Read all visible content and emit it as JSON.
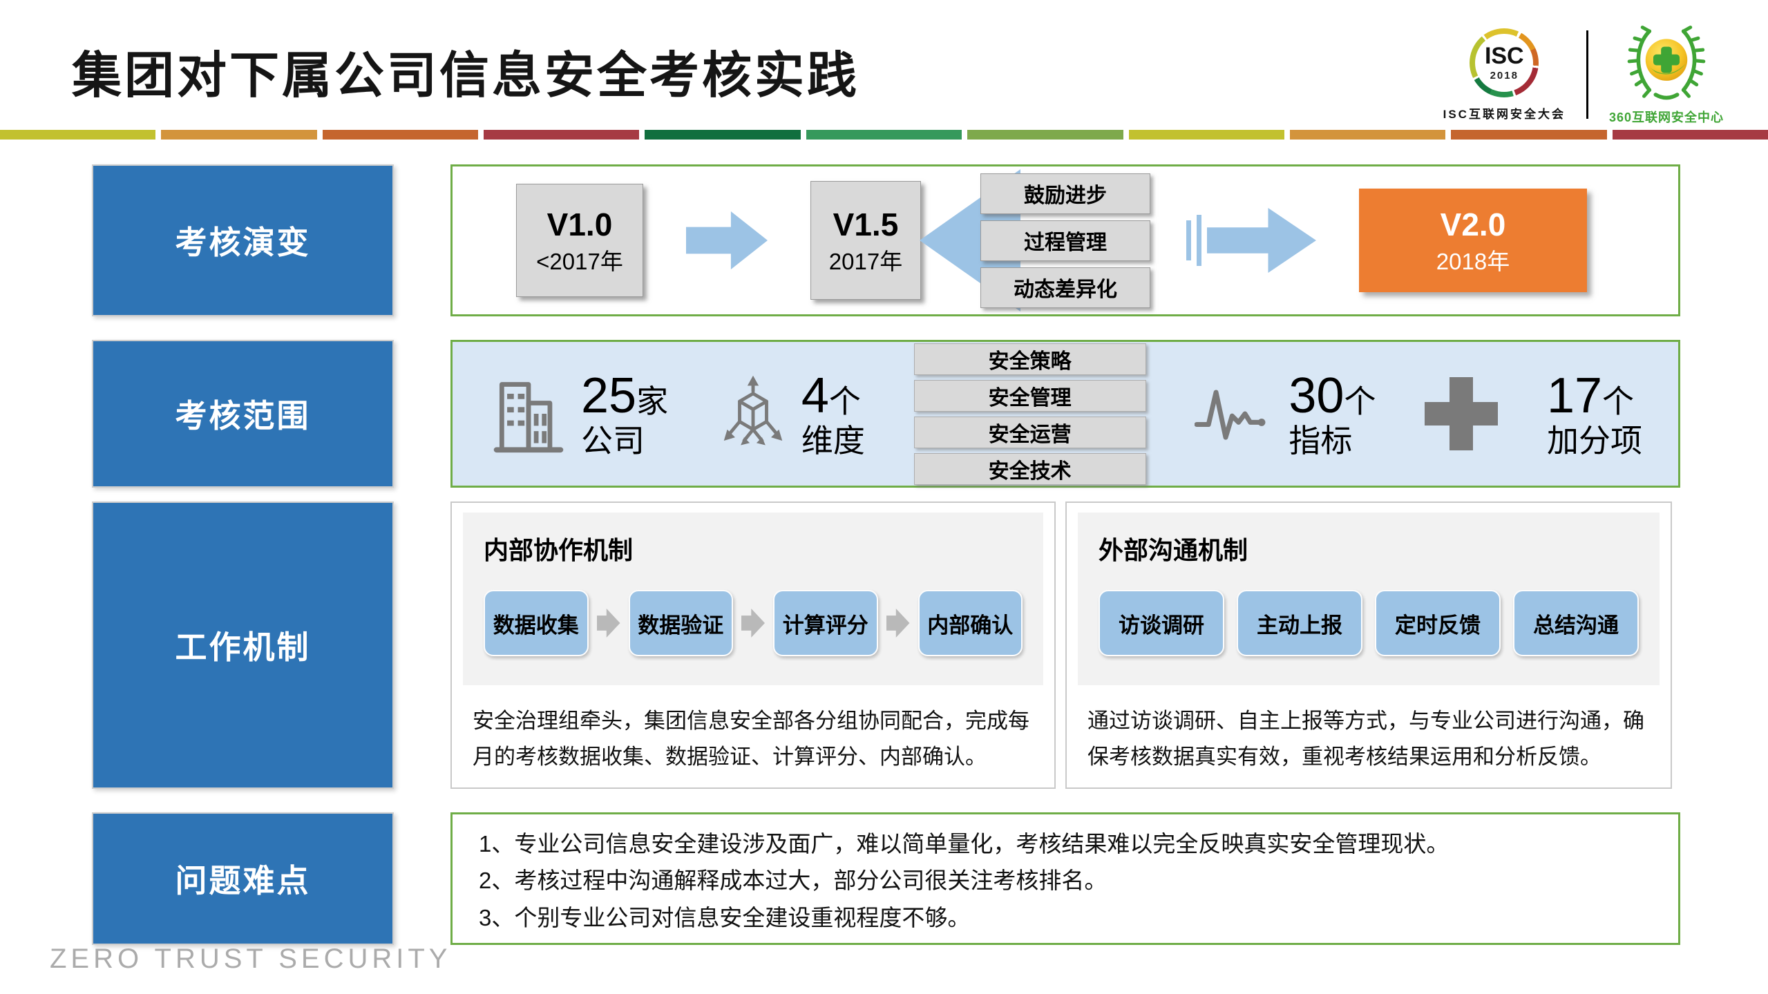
{
  "header": {
    "title": "集团对下属公司信息安全考核实践",
    "isc_logo": {
      "name": "ISC",
      "year": "2018",
      "caption": "ISC互联网安全大会"
    },
    "logo_360": {
      "caption": "360互联网安全中心"
    }
  },
  "sidebar": {
    "items": [
      "考核演变",
      "考核范围",
      "工作机制",
      "问题难点"
    ]
  },
  "evolution": {
    "v1": {
      "version": "V1.0",
      "period": "<2017年"
    },
    "v1_5": {
      "version": "V1.5",
      "period": "2017年"
    },
    "v2": {
      "version": "V2.0",
      "period": "2018年"
    },
    "features": [
      "鼓励进步",
      "过程管理",
      "动态差异化"
    ]
  },
  "scope": {
    "companies": {
      "number": "25",
      "unit": "家",
      "noun": "公司"
    },
    "dimensions": {
      "number": "4",
      "unit": "个",
      "noun": "维度"
    },
    "dimension_items": [
      "安全策略",
      "安全管理",
      "安全运营",
      "安全技术"
    ],
    "indicators": {
      "number": "30",
      "unit": "个",
      "noun": "指标"
    },
    "bonus_items": {
      "number": "17",
      "unit": "个",
      "noun": "加分项"
    }
  },
  "mechanism": {
    "internal": {
      "heading": "内部协作机制",
      "steps": [
        "数据收集",
        "数据验证",
        "计算评分",
        "内部确认"
      ],
      "description": "安全治理组牵头，集团信息安全部各分组协同配合，完成每月的考核数据收集、数据验证、计算评分、内部确认。"
    },
    "external": {
      "heading": "外部沟通机制",
      "steps": [
        "访谈调研",
        "主动上报",
        "定时反馈",
        "总结沟通"
      ],
      "description": "通过访谈调研、自主上报等方式，与专业公司进行沟通，确保考核数据真实有效，重视考核结果运用和分析反馈。"
    }
  },
  "problems": {
    "items": [
      "1、专业公司信息安全建设涉及面广，难以简单量化，考核结果难以完全反映真实安全管理现状。",
      "2、考核过程中沟通解释成本过大，部分公司很关注考核排名。",
      "3、个别专业公司对信息安全建设重视程度不够。"
    ]
  },
  "footer": {
    "watermark": "ZERO TRUST SECURITY"
  },
  "colors": {
    "sidebar_blue": "#2e74b5",
    "light_blue": "#9cc3e5",
    "row2_bg": "#d9e7f5",
    "green_border": "#6fad47",
    "orange": "#ed7d31",
    "gray_box": "#d9d9d9",
    "logo_green": "#3fa535",
    "stripe": [
      "#c2c12f",
      "#d3943c",
      "#c5652e",
      "#a63a43",
      "#116f3e",
      "#36995c",
      "#7ea94c",
      "#c2c12f",
      "#d3943c",
      "#c5652e",
      "#a63a43"
    ]
  },
  "icons": {
    "building": "office-buildings",
    "cube": "3d-cube-with-dimension-arrows",
    "pulse": "heartbeat-indicator-line",
    "plus": "plus-sign"
  }
}
